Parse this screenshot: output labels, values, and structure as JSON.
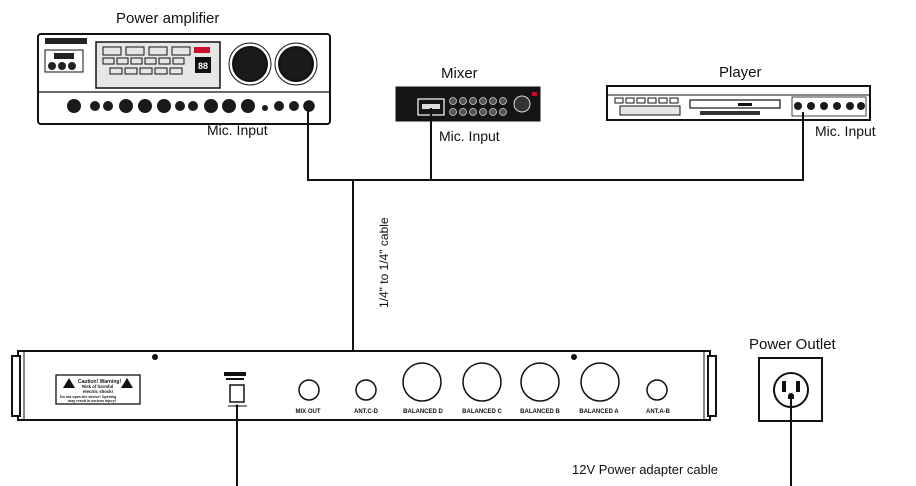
{
  "labels": {
    "power_amplifier": "Power amplifier",
    "mixer": "Mixer",
    "player": "Player",
    "mic_input": "Mic. Input",
    "cable": "1/4\" to 1/4\" cable",
    "power_outlet": "Power Outlet",
    "adapter_cable": "12V Power adapter cable"
  },
  "receiver": {
    "jacks": [
      "MIX OUT",
      "ANT.C-D",
      "BALANCED D",
      "BALANCED C",
      "BALANCED B",
      "BALANCED A",
      "ANT.A-B"
    ],
    "warning_text": [
      "Caution! Warning!",
      "Risk of harmful",
      "electric shock!",
      "Do not open the device! Opening",
      "may result in serious injury!"
    ]
  }
}
